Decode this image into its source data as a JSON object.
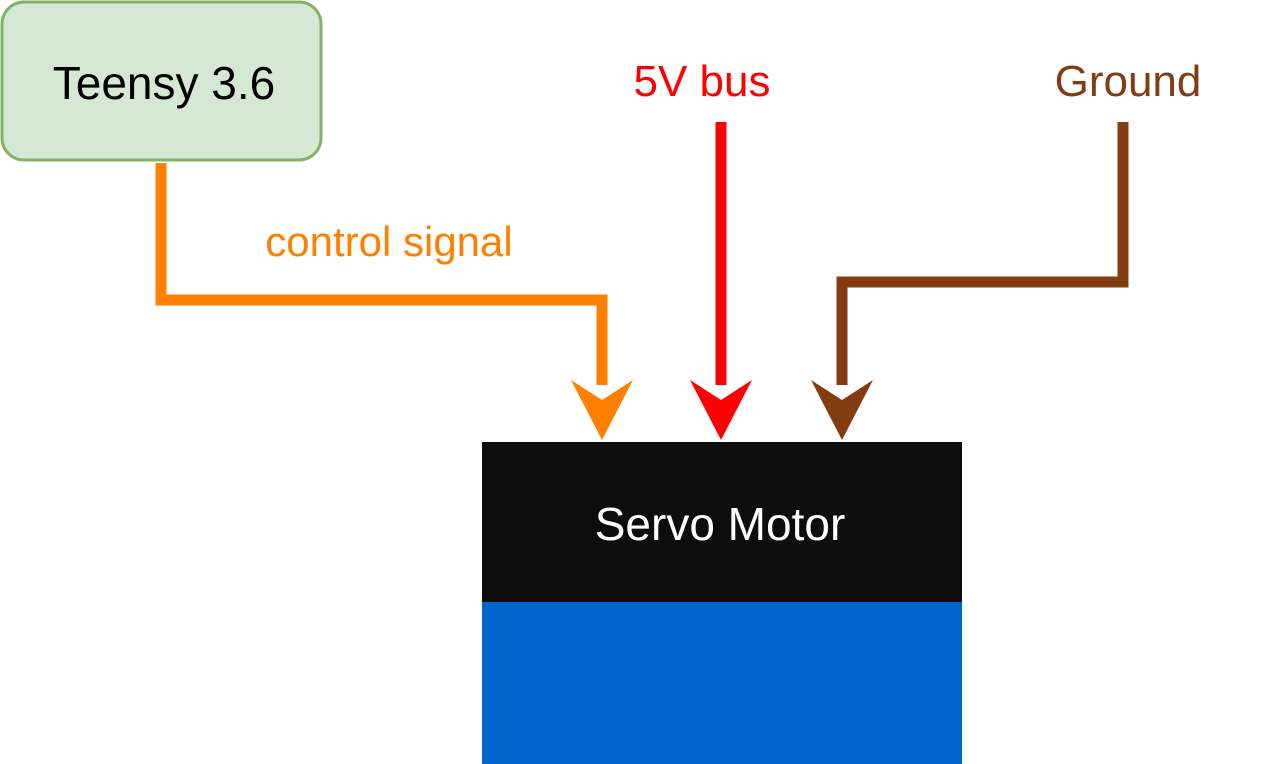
{
  "nodes": {
    "teensy": {
      "label": "Teensy 3.6",
      "fill": "#d5e8d4",
      "stroke": "#82b366",
      "text_color": "#000000"
    },
    "servo": {
      "label": "Servo Motor",
      "top_fill": "#0d0d0d",
      "bottom_fill": "#0066cc",
      "text_color": "#ffffff"
    }
  },
  "wires": {
    "control": {
      "label": "control signal",
      "color": "#ff8000"
    },
    "power": {
      "label": "5V bus",
      "color": "#ff0000"
    },
    "ground": {
      "label": "Ground",
      "color": "#843c13"
    }
  }
}
